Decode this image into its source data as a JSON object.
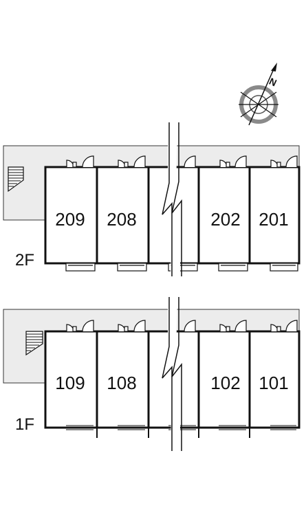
{
  "compass": {
    "icon": "north-compass-icon",
    "label": "N"
  },
  "floors": [
    {
      "id": "2F",
      "label": "2F",
      "rooms": [
        "209",
        "208",
        "202",
        "201"
      ]
    },
    {
      "id": "1F",
      "label": "1F",
      "rooms": [
        "109",
        "108",
        "102",
        "101"
      ]
    }
  ],
  "colors": {
    "corridor": "#ececec",
    "wall": "#111111",
    "compass_gray": "#8a8a8a"
  }
}
